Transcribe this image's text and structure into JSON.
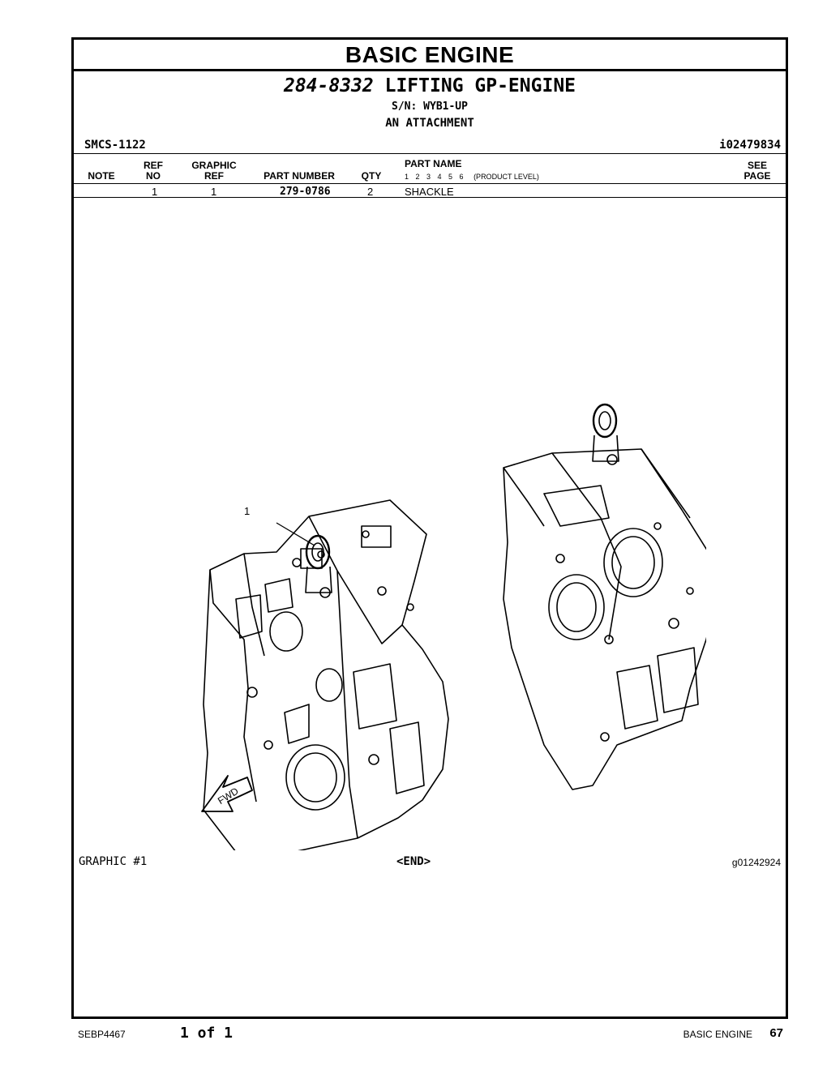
{
  "section_title": "BASIC ENGINE",
  "group": {
    "part_number": "284-8332",
    "name": "LIFTING GP-ENGINE",
    "serial": "S/N: WYB1-UP",
    "attachment": "AN ATTACHMENT"
  },
  "smcs": "SMCS-1122",
  "info_ref": "i02479834",
  "table": {
    "headers": {
      "note": "NOTE",
      "ref_no_1": "REF",
      "ref_no_2": "NO",
      "graphic_ref_1": "GRAPHIC",
      "graphic_ref_2": "REF",
      "part_number": "PART NUMBER",
      "qty": "QTY",
      "part_name": "PART NAME",
      "levels": "1 2 3 4 5 6",
      "product_level": "(PRODUCT LEVEL)",
      "see_page_1": "SEE",
      "see_page_2": "PAGE"
    },
    "rows": [
      {
        "note": "",
        "ref_no": "1",
        "graphic_ref": "1",
        "part_number": "279-0786",
        "qty": "2",
        "part_name": "SHACKLE",
        "see_page": ""
      }
    ]
  },
  "illustration": {
    "callout": "1",
    "direction_label": "FWD"
  },
  "graphic_label": "GRAPHIC #1",
  "end_marker": "<END>",
  "graphic_ref": "g01242924",
  "footer": {
    "doc": "SEBP4467",
    "page_of": "1 of 1",
    "section": "BASIC ENGINE",
    "page_number": "67"
  }
}
